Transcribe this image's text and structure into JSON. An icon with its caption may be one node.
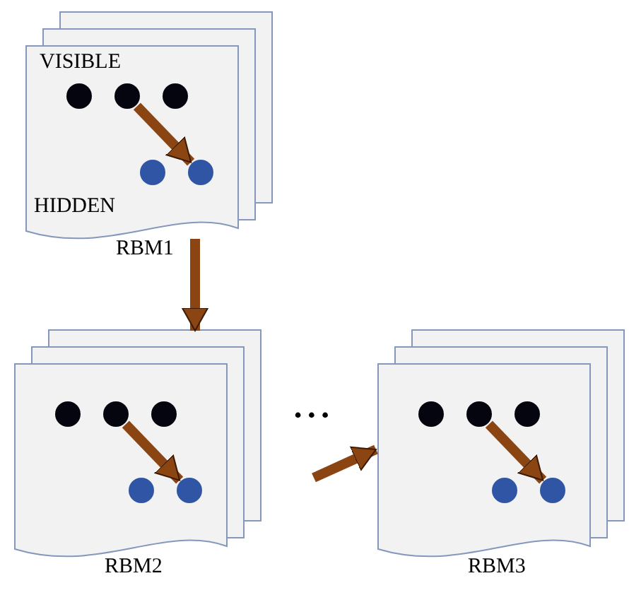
{
  "diagram": {
    "nodes": [
      {
        "text": [
          "VISIBLE",
          "HIDDEN"
        ],
        "beside": [
          "RBM1"
        ]
      },
      {
        "text": [],
        "shape": "circle",
        "in": 0
      },
      {
        "text": [],
        "shape": "circle",
        "in": 0
      },
      {
        "text": [],
        "shape": "circle",
        "in": 0
      },
      {
        "text": [],
        "shape": "circle",
        "in": 0
      },
      {
        "text": [],
        "shape": "circle",
        "in": 0
      },
      {
        "text": [],
        "shape": "document",
        "beside": [
          "RBM2"
        ]
      },
      {
        "text": [],
        "shape": "circle",
        "in": 6
      },
      {
        "text": [],
        "shape": "circle",
        "in": 6
      },
      {
        "text": [],
        "shape": "circle",
        "in": 6
      },
      {
        "text": [],
        "shape": "circle",
        "in": 6
      },
      {
        "text": [],
        "shape": "circle",
        "in": 6
      },
      {
        "text": [],
        "shape": "document",
        "beside": [
          "RBM3"
        ]
      },
      {
        "text": [],
        "shape": "circle",
        "in": 12
      },
      {
        "text": [],
        "shape": "circle",
        "in": 12
      },
      {
        "text": [],
        "shape": "circle",
        "in": 12
      },
      {
        "text": [],
        "shape": "circle",
        "in": 12
      },
      {
        "text": [],
        "shape": "circle",
        "in": 12
      }
    ],
    "edges": [
      {
        "from": 2,
        "to": 5,
        "arrow": "to"
      },
      {
        "from": 0,
        "to": 6,
        "arrow": "to"
      },
      {
        "from": 8,
        "to": 11,
        "arrow": "to"
      },
      {
        "from": null,
        "to": 12,
        "arrow": "to"
      },
      {
        "from": 14,
        "to": 17,
        "arrow": "to"
      }
    ],
    "labels": [
      "• • •"
    ]
  }
}
